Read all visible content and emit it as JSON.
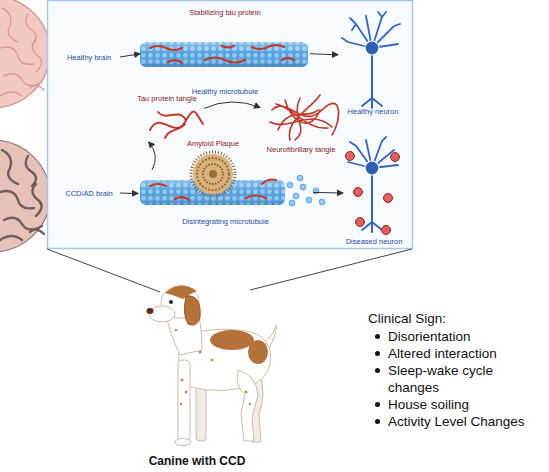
{
  "diagram": {
    "caption": "Canine with CCD",
    "nodes": [
      {
        "text": [
          "Healthy brain"
        ]
      },
      {
        "text": [
          "Stabilizing tau protein",
          "Healthy microtubule"
        ]
      },
      {
        "text": [
          "Healthy neuron"
        ]
      },
      {
        "text": [
          "CCD/AD brain"
        ]
      },
      {
        "text": [
          "Disintegrating microtubule"
        ]
      },
      {
        "text": [
          "Diseased neuron"
        ]
      },
      {
        "text": [
          "Tau protein tangle"
        ]
      },
      {
        "text": [
          "Neurofibrillary tangle"
        ]
      }
    ],
    "edges": [
      {
        "from": 0,
        "to": 1,
        "arrow": "to"
      },
      {
        "from": 1,
        "to": 2,
        "arrow": "to"
      },
      {
        "from": 3,
        "to": 4,
        "arrow": "to"
      },
      {
        "from": 4,
        "to": 5,
        "arrow": "to"
      },
      {
        "from": 4,
        "to": 6,
        "arrow": "to"
      },
      {
        "from": 6,
        "to": 7,
        "arrow": "to"
      }
    ],
    "labels": [
      "Amyloid Plaque",
      "Clinical Sign:",
      "Disorientation",
      "Altered interaction",
      "Sleep-wake cycle changes",
      "House soiling",
      "Activity Level Changes"
    ]
  }
}
